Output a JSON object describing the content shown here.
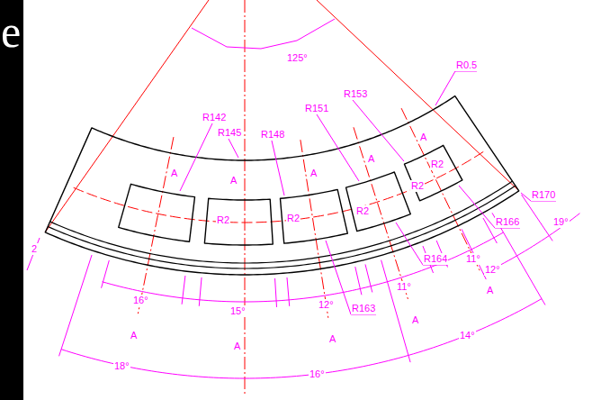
{
  "diagram": {
    "labels": [
      "e",
      "125°",
      "R0.5",
      "R153",
      "R151",
      "R142",
      "R145",
      "R148",
      "A",
      "A",
      "A",
      "A",
      "A",
      "R2",
      "R2",
      "R2",
      "R2",
      "R2",
      "R170",
      "R166",
      "R164",
      "R163",
      "16°",
      "15°",
      "12°",
      "11°",
      "11°",
      "18°",
      "16°",
      "14°",
      "12°",
      "19°",
      "A",
      "A",
      "A",
      "A",
      "A",
      "2"
    ]
  }
}
